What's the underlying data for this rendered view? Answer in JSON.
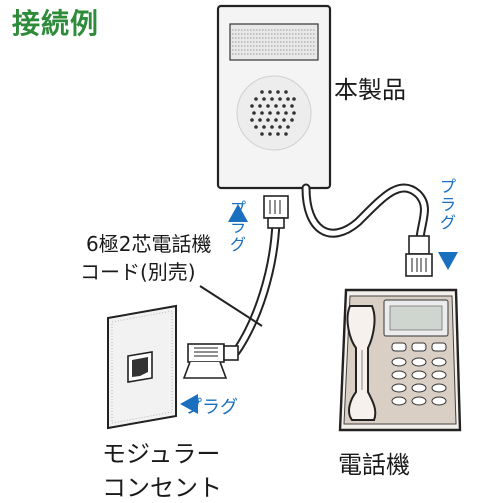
{
  "title": "接続例",
  "device": {
    "label": "本製品"
  },
  "cord": {
    "line1": "6極2芯電話機",
    "line2": "コード(別売)"
  },
  "phone": {
    "label": "電話機"
  },
  "jack": {
    "line1": "モジュラー",
    "line2": "コンセント"
  },
  "plug": {
    "label": "プラグ"
  },
  "colors": {
    "title": "#2e8b3a",
    "plug": "#1a6fbf",
    "arrow": "#1a6fbf"
  },
  "icons": [
    "arrow-up-icon",
    "arrow-down-icon",
    "arrow-left-icon"
  ]
}
